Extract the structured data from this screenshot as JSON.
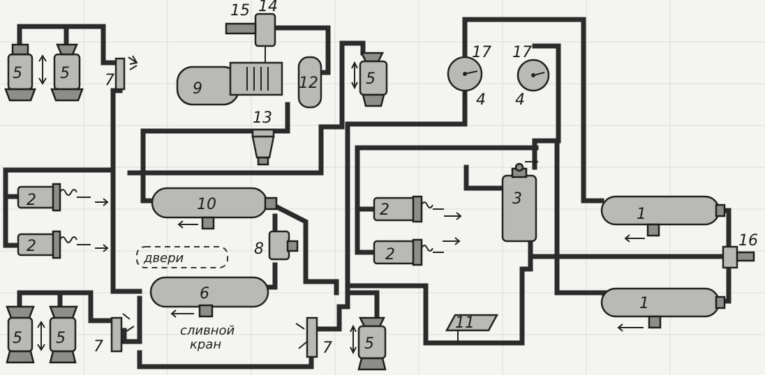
{
  "labels": {
    "n1": "1",
    "n2": "2",
    "n3": "3",
    "n4": "4",
    "n5": "5",
    "n6": "6",
    "n7": "7",
    "n8": "8",
    "n9": "9",
    "n10": "10",
    "n11": "11",
    "n12": "12",
    "n13": "13",
    "n14": "14",
    "n15": "15",
    "n16": "16",
    "n17": "17"
  },
  "annotations": {
    "doors": "двери",
    "drain_valve_line1": "сливной",
    "drain_valve_line2": "кран"
  },
  "colors": {
    "ink": "#2b2b2b",
    "paper": "#f4f4f1",
    "component_fill": "#b9b9b5"
  }
}
